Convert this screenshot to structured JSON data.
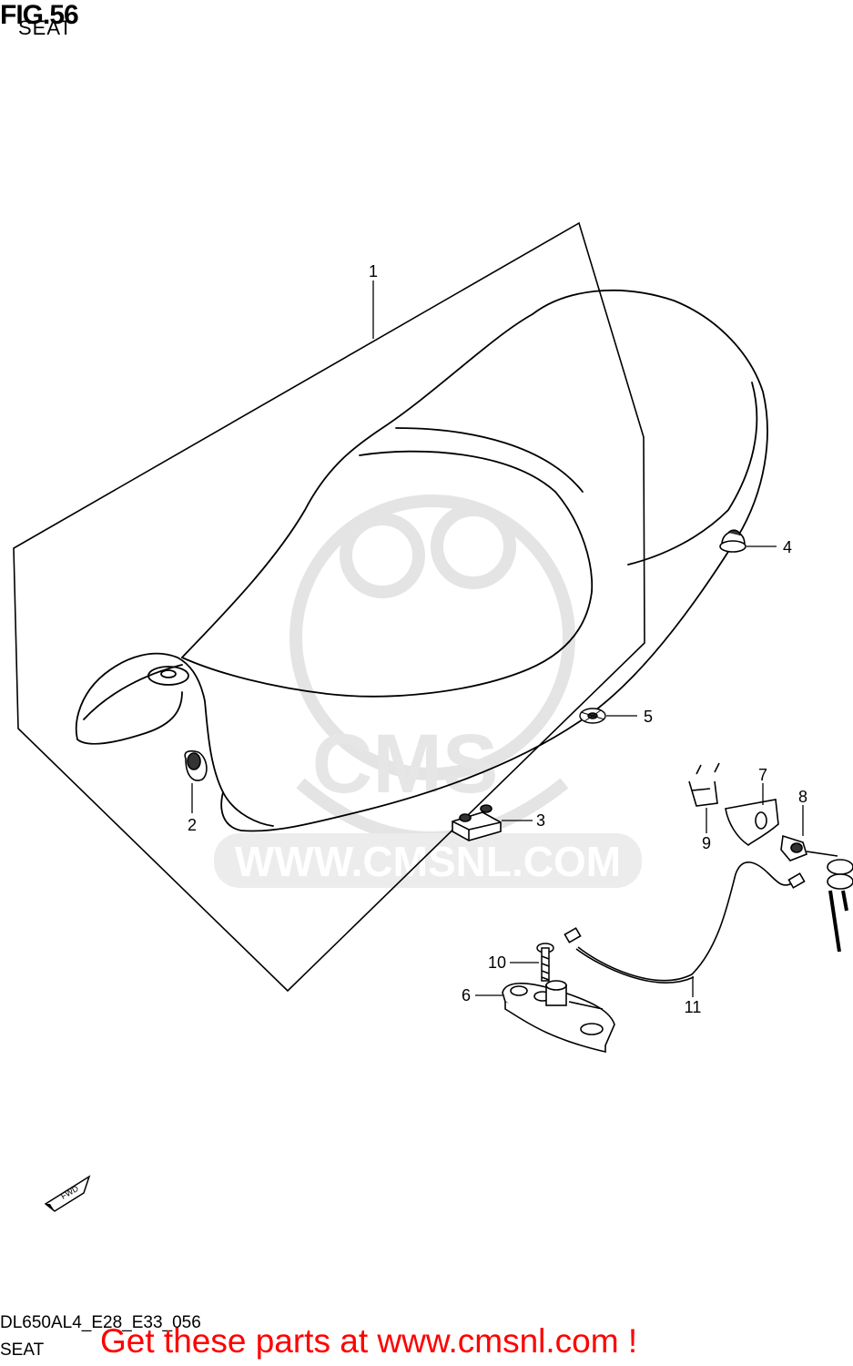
{
  "header": {
    "title": "FIG.56",
    "subtitle": "SEAT"
  },
  "watermark": {
    "text": "WWW.CMSNL.COM",
    "logo": "CMS"
  },
  "callouts": [
    {
      "label": "1"
    },
    {
      "label": "2"
    },
    {
      "label": "3"
    },
    {
      "label": "4"
    },
    {
      "label": "5"
    },
    {
      "label": "6"
    },
    {
      "label": "7"
    },
    {
      "label": "8"
    },
    {
      "label": "9"
    },
    {
      "label": "10"
    },
    {
      "label": "11"
    }
  ],
  "fwd_label": "FWD",
  "footer": {
    "code": "DL650AL4_E28_E33_056",
    "name": "SEAT",
    "promo": "Get these parts at www.cmsnl.com !"
  },
  "colors": {
    "promo": "#ff0000",
    "line": "#000000",
    "watermark": "#e6e6e6"
  }
}
